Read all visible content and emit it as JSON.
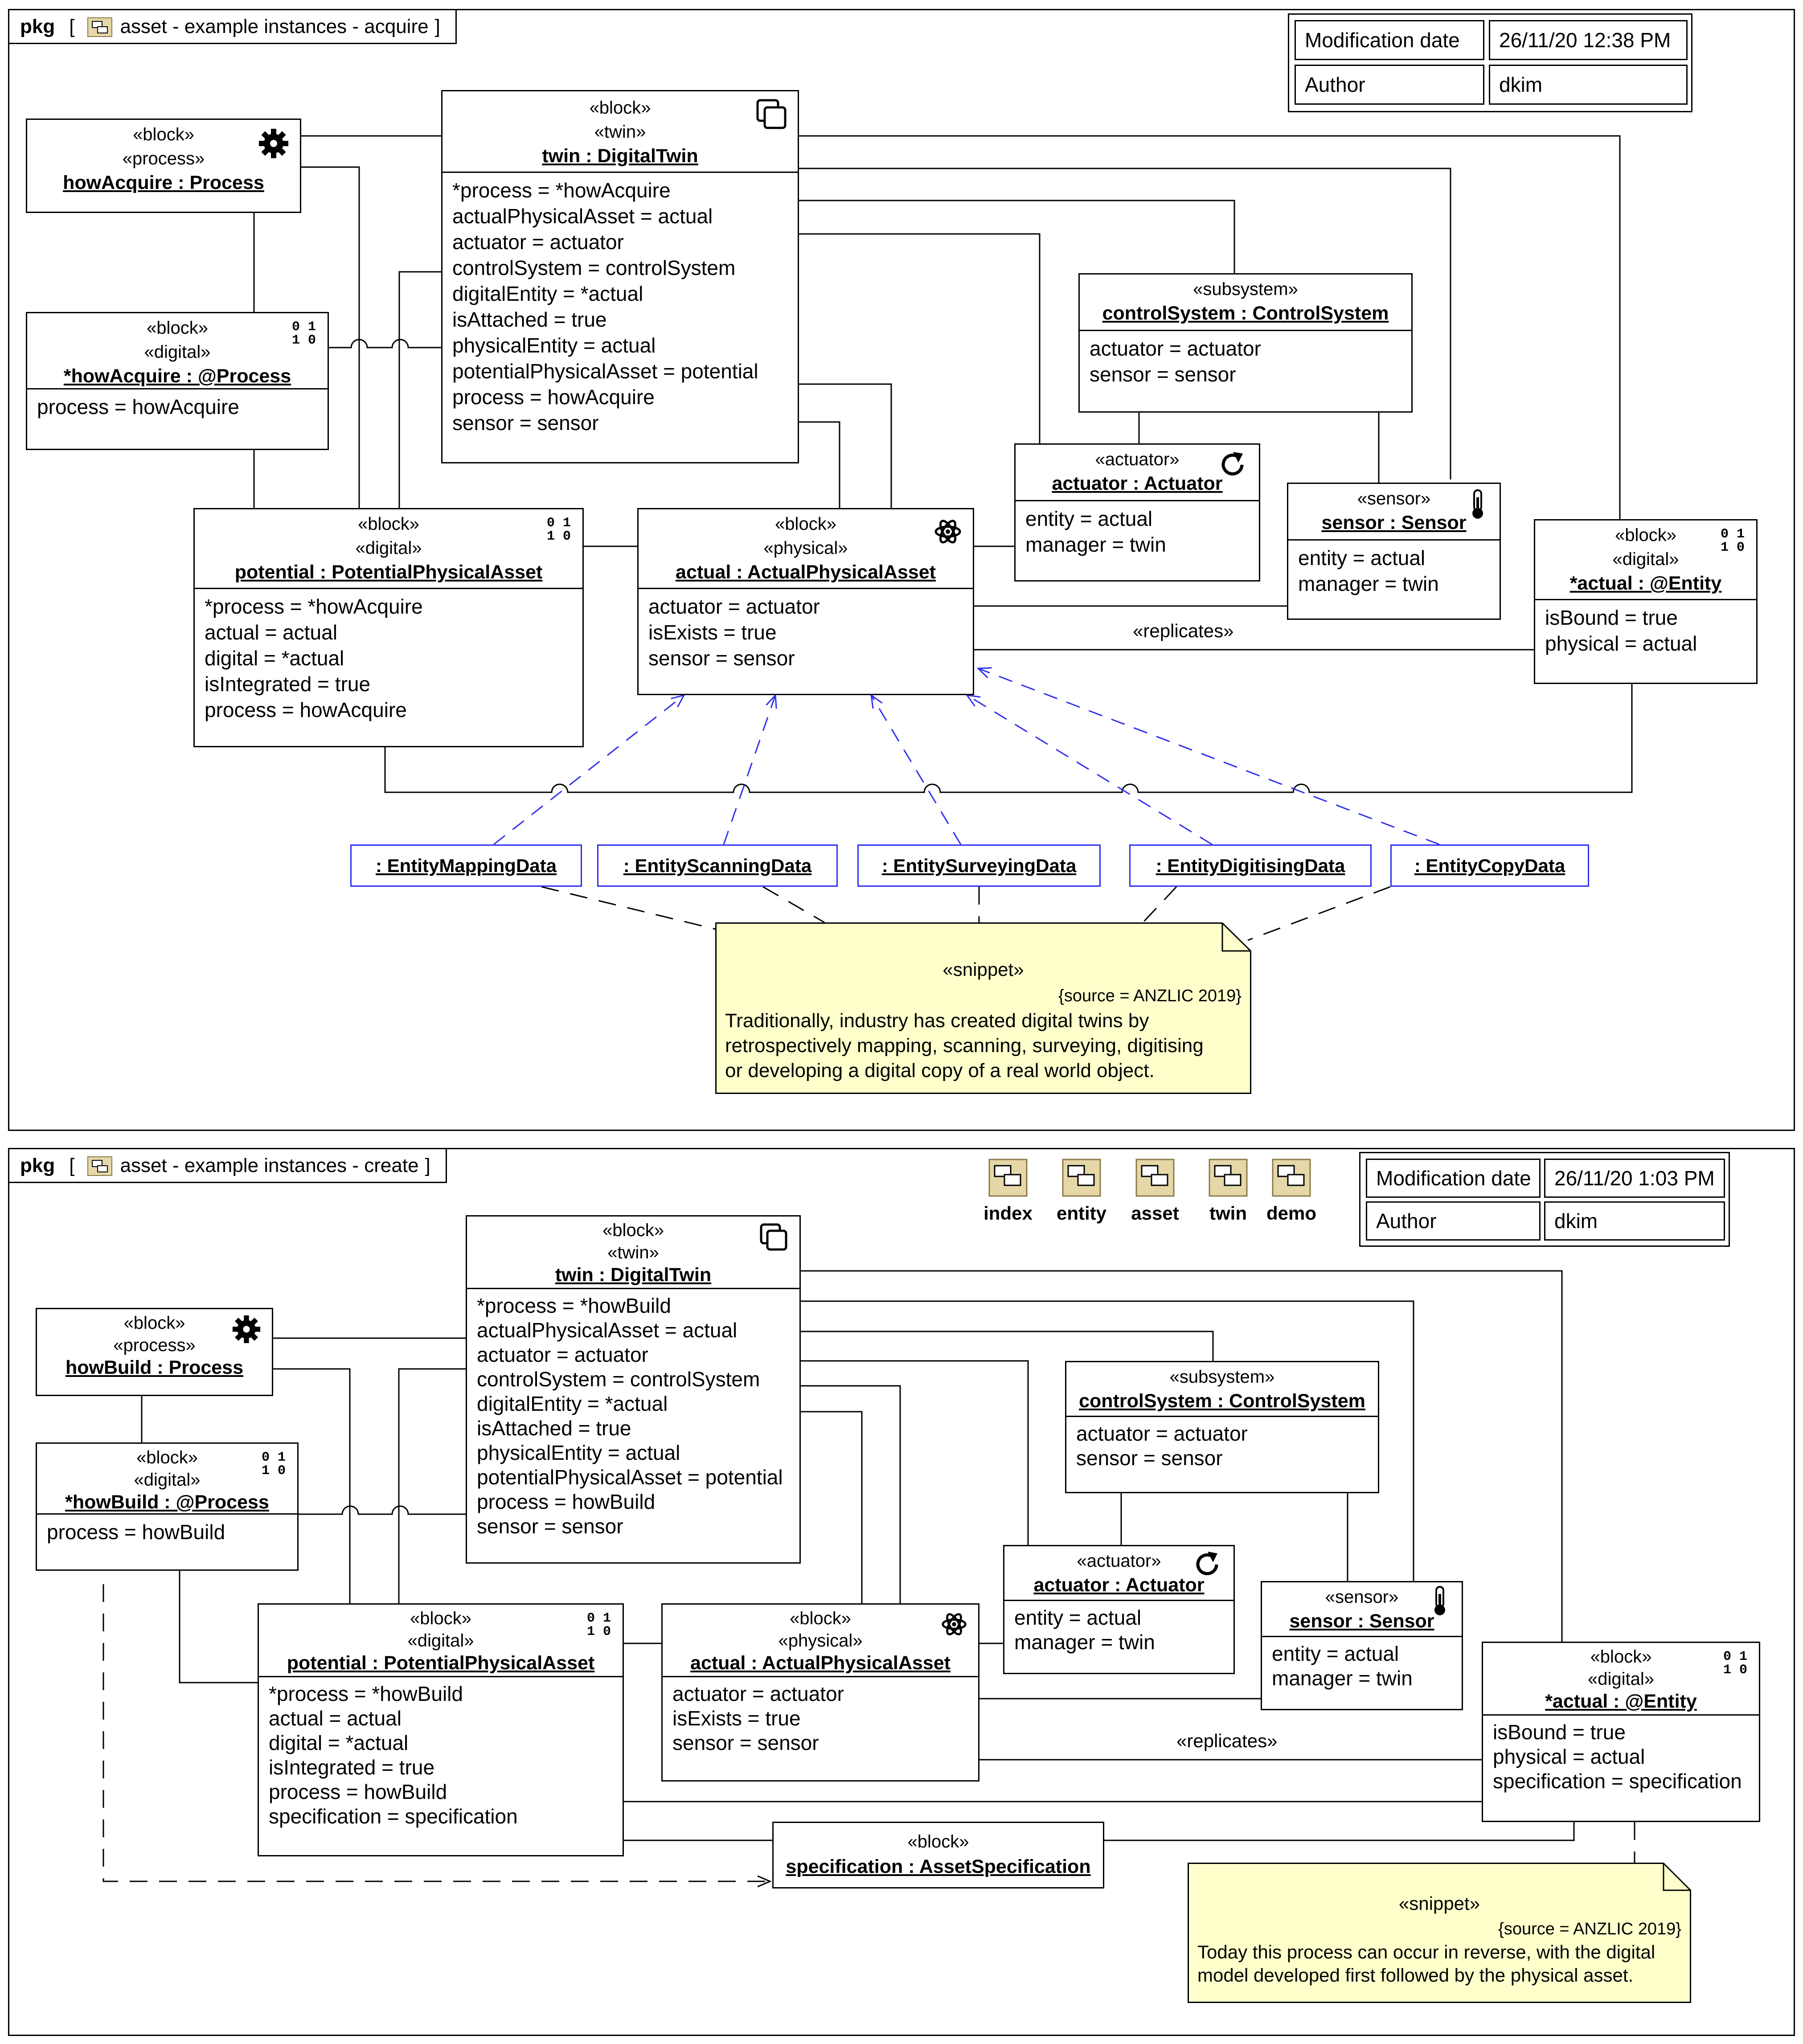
{
  "top": {
    "header": {
      "kind": "pkg",
      "title": "asset - example instances - acquire"
    },
    "meta": {
      "mod_label": "Modification date",
      "mod_value": "26/11/20 12:38 PM",
      "author_label": "Author",
      "author_value": "dkim"
    },
    "process": {
      "stereo1": "«block»",
      "stereo2": "«process»",
      "name": "howAcquire : Process",
      "icon": "gear-icon"
    },
    "digital": {
      "stereo1": "«block»",
      "stereo2": "«digital»",
      "name": "*howAcquire : @Process",
      "mult": [
        "0 1",
        "1 0"
      ],
      "slots": [
        "process = howAcquire"
      ]
    },
    "twin": {
      "stereo1": "«block»",
      "stereo2": "«twin»",
      "name": "twin : DigitalTwin",
      "icon": "copy-icon",
      "slots": [
        "*process = *howAcquire",
        "actualPhysicalAsset = actual",
        "actuator = actuator",
        "controlSystem = controlSystem",
        "digitalEntity = *actual",
        "isAttached = true",
        "physicalEntity = actual",
        "potentialPhysicalAsset = potential",
        "process = howAcquire",
        "sensor = sensor"
      ]
    },
    "control": {
      "stereo1": "«subsystem»",
      "name": "controlSystem : ControlSystem",
      "slots": [
        "actuator = actuator",
        "sensor = sensor"
      ]
    },
    "actuator": {
      "stereo1": "«actuator»",
      "name": "actuator : Actuator",
      "icon": "refresh-icon",
      "slots": [
        "entity = actual",
        "manager = twin"
      ]
    },
    "sensor": {
      "stereo1": "«sensor»",
      "name": "sensor : Sensor",
      "icon": "thermometer-icon",
      "slots": [
        "entity = actual",
        "manager = twin"
      ]
    },
    "potential": {
      "stereo1": "«block»",
      "stereo2": "«digital»",
      "name": "potential : PotentialPhysicalAsset",
      "mult": [
        "0 1",
        "1 0"
      ],
      "slots": [
        "*process = *howAcquire",
        "actual = actual",
        "digital = *actual",
        "isIntegrated = true",
        "process = howAcquire"
      ]
    },
    "actual": {
      "stereo1": "«block»",
      "stereo2": "«physical»",
      "name": "actual : ActualPhysicalAsset",
      "icon": "atom-icon",
      "slots": [
        "actuator = actuator",
        "isExists = true",
        "sensor = sensor"
      ]
    },
    "entity": {
      "stereo1": "«block»",
      "stereo2": "«digital»",
      "name": "*actual : @Entity",
      "mult": [
        "0 1",
        "1 0"
      ],
      "slots": [
        "isBound = true",
        "physical = actual"
      ]
    },
    "replicates": "«replicates»",
    "data": [
      ": EntityMappingData",
      ": EntityScanningData",
      ": EntitySurveyingData",
      ": EntityDigitisingData",
      ": EntityCopyData"
    ],
    "note": {
      "stereo": "«snippet»",
      "source": "{source = ANZLIC 2019}",
      "lines": [
        "Traditionally, industry has created digital twins by",
        "retrospectively mapping, scanning, surveying, digitising",
        "or developing a digital copy of a real world object."
      ]
    }
  },
  "bottom": {
    "header": {
      "kind": "pkg",
      "title": "asset - example instances - create"
    },
    "nav": [
      "index",
      "entity",
      "asset",
      "twin",
      "demo"
    ],
    "meta": {
      "mod_label": "Modification date",
      "mod_value": "26/11/20 1:03 PM",
      "author_label": "Author",
      "author_value": "dkim"
    },
    "process": {
      "stereo1": "«block»",
      "stereo2": "«process»",
      "name": "howBuild : Process",
      "icon": "gear-icon"
    },
    "digital": {
      "stereo1": "«block»",
      "stereo2": "«digital»",
      "name": "*howBuild : @Process",
      "mult": [
        "0 1",
        "1 0"
      ],
      "slots": [
        "process = howBuild"
      ]
    },
    "twin": {
      "stereo1": "«block»",
      "stereo2": "«twin»",
      "name": "twin : DigitalTwin",
      "icon": "copy-icon",
      "slots": [
        "*process = *howBuild",
        "actualPhysicalAsset = actual",
        "actuator = actuator",
        "controlSystem = controlSystem",
        "digitalEntity = *actual",
        "isAttached = true",
        "physicalEntity = actual",
        "potentialPhysicalAsset = potential",
        "process = howBuild",
        "sensor = sensor"
      ]
    },
    "control": {
      "stereo1": "«subsystem»",
      "name": "controlSystem : ControlSystem",
      "slots": [
        "actuator = actuator",
        "sensor = sensor"
      ]
    },
    "actuator": {
      "stereo1": "«actuator»",
      "name": "actuator : Actuator",
      "icon": "refresh-icon",
      "slots": [
        "entity = actual",
        "manager = twin"
      ]
    },
    "sensor": {
      "stereo1": "«sensor»",
      "name": "sensor : Sensor",
      "icon": "thermometer-icon",
      "slots": [
        "entity = actual",
        "manager = twin"
      ]
    },
    "potential": {
      "stereo1": "«block»",
      "stereo2": "«digital»",
      "name": "potential : PotentialPhysicalAsset",
      "mult": [
        "0 1",
        "1 0"
      ],
      "slots": [
        "*process = *howBuild",
        "actual = actual",
        "digital = *actual",
        "isIntegrated = true",
        "process = howBuild",
        "specification = specification"
      ]
    },
    "actual": {
      "stereo1": "«block»",
      "stereo2": "«physical»",
      "name": "actual : ActualPhysicalAsset",
      "icon": "atom-icon",
      "slots": [
        "actuator = actuator",
        "isExists = true",
        "sensor = sensor"
      ]
    },
    "entity": {
      "stereo1": "«block»",
      "stereo2": "«digital»",
      "name": "*actual : @Entity",
      "mult": [
        "0 1",
        "1 0"
      ],
      "slots": [
        "isBound = true",
        "physical = actual",
        "specification = specification"
      ]
    },
    "spec": {
      "stereo1": "«block»",
      "name": "specification : AssetSpecification"
    },
    "replicates": "«replicates»",
    "note": {
      "stereo": "«snippet»",
      "source": "{source = ANZLIC 2019}",
      "lines": [
        "Today this process can occur in reverse, with the digital",
        "model developed first followed by the physical asset."
      ]
    }
  },
  "colors": {
    "note_fill": "#ffffcc",
    "instance_border": "#2f2ff0",
    "dependency": "#2f2ff0",
    "pkg_icon": "#e6d7a8"
  }
}
